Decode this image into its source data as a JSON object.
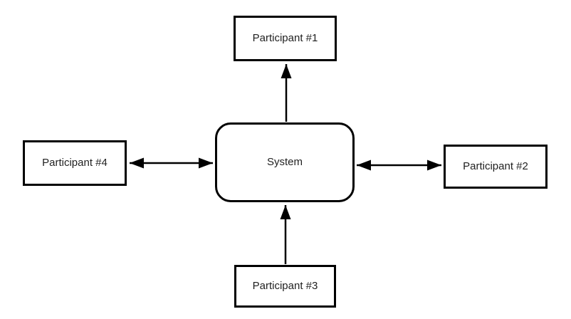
{
  "diagram": {
    "nodes": {
      "system": {
        "label": "System",
        "shape": "rounded-rectangle",
        "position": "center"
      },
      "participant1": {
        "label": "Participant #1",
        "shape": "rectangle",
        "position": "top"
      },
      "participant2": {
        "label": "Participant #2",
        "shape": "rectangle",
        "position": "right"
      },
      "participant3": {
        "label": "Participant #3",
        "shape": "rectangle",
        "position": "bottom"
      },
      "participant4": {
        "label": "Participant #4",
        "shape": "rectangle",
        "position": "left"
      }
    },
    "edges": [
      {
        "from": "system",
        "to": "participant1",
        "direction": "up",
        "arrowheads": "single"
      },
      {
        "from": "system",
        "to": "participant2",
        "direction": "right",
        "arrowheads": "double"
      },
      {
        "from": "participant3",
        "to": "system",
        "direction": "up",
        "arrowheads": "single"
      },
      {
        "from": "system",
        "to": "participant4",
        "direction": "left",
        "arrowheads": "double"
      }
    ],
    "colors": {
      "stroke": "#000000",
      "node_fill": "#ffffff",
      "text": "#1f1f1f",
      "background": "#ffffff"
    }
  }
}
